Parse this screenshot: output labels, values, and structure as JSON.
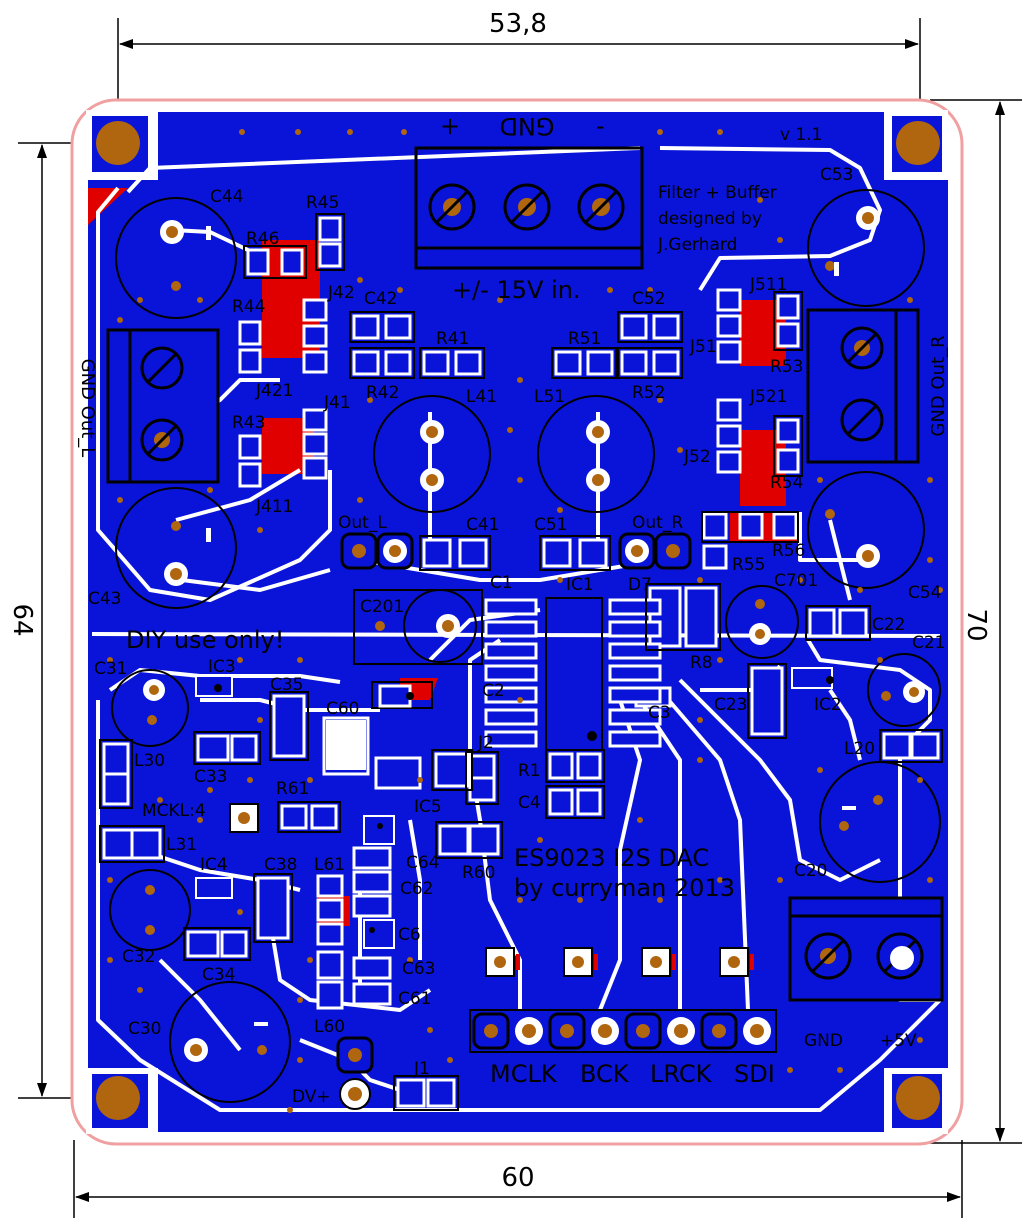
{
  "dimensions": {
    "top_width": "53,8",
    "bottom_width": "60",
    "left_height": "64",
    "right_height": "70"
  },
  "board_text": {
    "version": "v 1.1",
    "credit_line1": "Filter + Buffer",
    "credit_line2": "designed by",
    "credit_line3": "J.Gerhard",
    "power_in": "+/- 15V in.",
    "gnd_top": "GND",
    "plus": "+",
    "minus": "-",
    "diy": "DIY use only!",
    "title1": "ES9023 I2S DAC",
    "title2": "by curryman 2013",
    "out_l_terminal": "GND Out_L",
    "out_r_terminal": "GND Out_R",
    "gnd_bottom": "GND",
    "plus5v": "+5V",
    "mcklk": "MCKL:4",
    "dv": "DV+",
    "out_l": "Out_L",
    "out_r": "Out_R"
  },
  "header_pins": {
    "mclk": "MCLK",
    "bck": "BCK",
    "lrck": "LRCK",
    "sdi": "SDI"
  },
  "components": {
    "c44": "C44",
    "r45": "R45",
    "r46": "R46",
    "r44": "R44",
    "j42": "J42",
    "c42": "C42",
    "r41": "R41",
    "r42": "R42",
    "j421": "J421",
    "j41": "J41",
    "r43": "R43",
    "j411": "J411",
    "l41": "L41",
    "c41": "C41",
    "c43": "C43",
    "c53": "C53",
    "j511": "J511",
    "c52": "C52",
    "r51": "R51",
    "r52": "R52",
    "j51": "J51",
    "r53": "R53",
    "j521": "J521",
    "l51": "L51",
    "c51": "C51",
    "j52": "J52",
    "r54": "R54",
    "r56": "R56",
    "r55": "R55",
    "c54": "C54",
    "c1": "C1",
    "ic1": "IC1",
    "d7": "D7",
    "c201": "C201",
    "c701": "C701",
    "c22": "C22",
    "c21": "C21",
    "c2": "C2",
    "r8": "R8",
    "c3": "C3",
    "c23": "C23",
    "ic2": "IC2",
    "l20": "L20",
    "c20": "C20",
    "c31": "C31",
    "ic3": "IC3",
    "c35": "C35",
    "c60": "C60",
    "l30": "L30",
    "c33": "C33",
    "j2": "J2",
    "r1": "R1",
    "c4": "C4",
    "r61": "R61",
    "ic5": "IC5",
    "l31": "L31",
    "r60": "R60",
    "ic4": "IC4",
    "c38": "C38",
    "l61": "L61",
    "c64": "C64",
    "c62": "C62",
    "c6": "C6",
    "c32": "C32",
    "c34": "C34",
    "c63": "C63",
    "c61": "C61",
    "c30": "C30",
    "l60": "L60",
    "j1": "J1"
  },
  "colors": {
    "board_blue": "#0a14d8",
    "copper_pad": "#b0650f",
    "silkscreen_white": "#ffffff",
    "board_outline": "#f0a0a0",
    "red_copper": "#e00000",
    "dimension_line": "#000000"
  }
}
